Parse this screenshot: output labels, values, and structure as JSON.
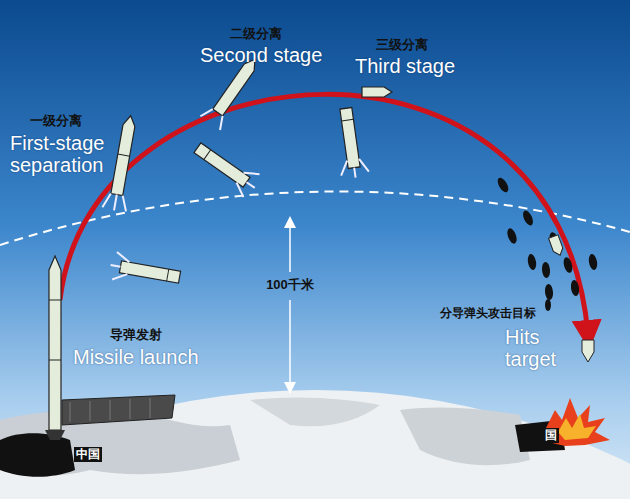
{
  "diagram": {
    "labels": [
      "二级分离",
      "Second stage",
      "三级分离",
      "Third stage",
      "一级分离",
      "First-stage separation",
      "100千米",
      "导弹发射",
      "Missile launch",
      "分导弹头攻击目标",
      "Hits target",
      "中国",
      "国"
    ]
  }
}
